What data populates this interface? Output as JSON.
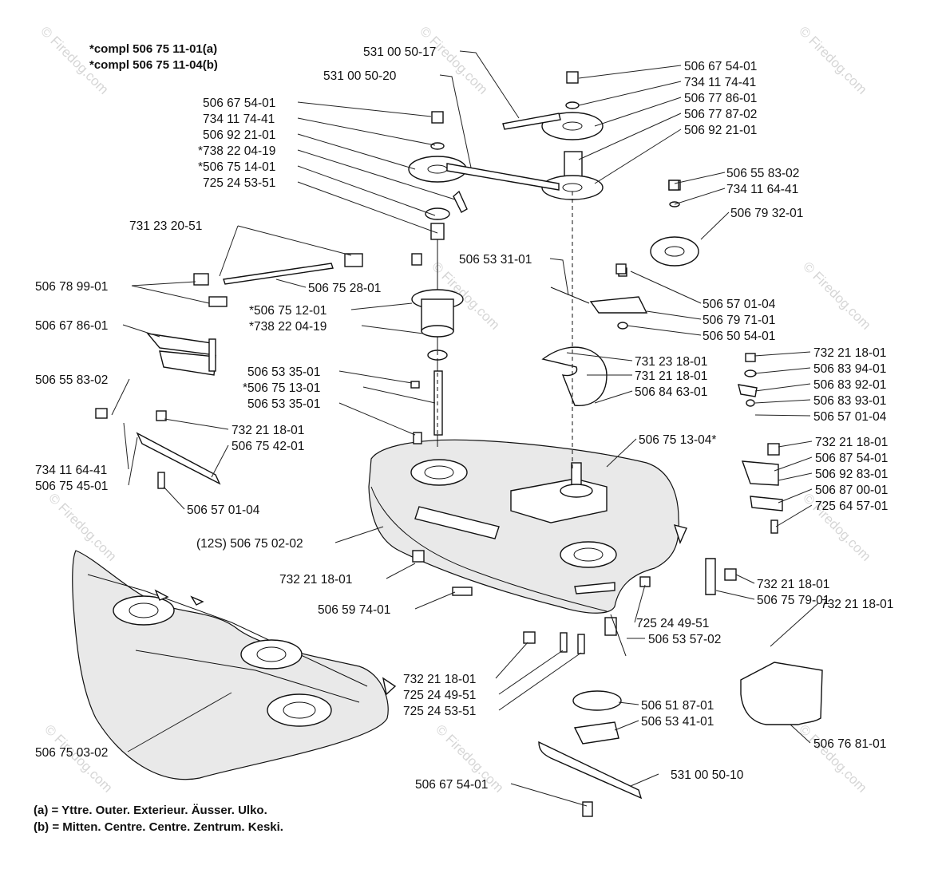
{
  "header": {
    "compl_a": "*compl 506 75 11-01(a)",
    "compl_b": "*compl 506 75 11-04(b)"
  },
  "legend": {
    "a": "(a) = Yttre. Outer. Exterieur. Äusser. Ulko.",
    "b": "(b) = Mitten. Centre. Centre. Zentrum. Keski."
  },
  "watermark": "© Firedog.com",
  "parts": [
    {
      "id": "p01",
      "label": "531 00 50-17"
    },
    {
      "id": "p02",
      "label": "531 00 50-20"
    },
    {
      "id": "p03",
      "label": "506 67 54-01"
    },
    {
      "id": "p04",
      "label": "734 11 74-41"
    },
    {
      "id": "p05",
      "label": "506 77 86-01"
    },
    {
      "id": "p06",
      "label": "506 77 87-02"
    },
    {
      "id": "p07",
      "label": "506 92 21-01"
    },
    {
      "id": "p08",
      "label": "506 67 54-01"
    },
    {
      "id": "p09",
      "label": "734 11 74-41"
    },
    {
      "id": "p10",
      "label": "506 92 21-01"
    },
    {
      "id": "p11",
      "label": "*738 22 04-19"
    },
    {
      "id": "p12",
      "label": "*506 75 14-01"
    },
    {
      "id": "p13",
      "label": "725 24 53-51"
    },
    {
      "id": "p14",
      "label": "506 55 83-02"
    },
    {
      "id": "p15",
      "label": "734 11 64-41"
    },
    {
      "id": "p16",
      "label": "506 79 32-01"
    },
    {
      "id": "p17",
      "label": "731 23 20-51"
    },
    {
      "id": "p18",
      "label": "506 53 31-01"
    },
    {
      "id": "p19",
      "label": "506 78 99-01"
    },
    {
      "id": "p20",
      "label": "506 75 28-01"
    },
    {
      "id": "p21",
      "label": "*506 75 12-01"
    },
    {
      "id": "p22",
      "label": "*738 22 04-19"
    },
    {
      "id": "p23",
      "label": "506 57 01-04"
    },
    {
      "id": "p24",
      "label": "506 79 71-01"
    },
    {
      "id": "p25",
      "label": "506 50 54-01"
    },
    {
      "id": "p26",
      "label": "506 67 86-01"
    },
    {
      "id": "p27",
      "label": "731 23 18-01"
    },
    {
      "id": "p28",
      "label": "731 21 18-01"
    },
    {
      "id": "p29",
      "label": "506 84 63-01"
    },
    {
      "id": "p30",
      "label": "732 21 18-01"
    },
    {
      "id": "p31",
      "label": "506 83 94-01"
    },
    {
      "id": "p32",
      "label": "506 83 92-01"
    },
    {
      "id": "p33",
      "label": "506 83 93-01"
    },
    {
      "id": "p34",
      "label": "506 57 01-04"
    },
    {
      "id": "p35",
      "label": "506 55 83-02"
    },
    {
      "id": "p36",
      "label": "506 53 35-01"
    },
    {
      "id": "p37",
      "label": "*506 75 13-01"
    },
    {
      "id": "p38",
      "label": "506 53 35-01"
    },
    {
      "id": "p39",
      "label": "732 21 18-01"
    },
    {
      "id": "p40",
      "label": "506 75 42-01"
    },
    {
      "id": "p41",
      "label": "734 11 64-41"
    },
    {
      "id": "p42",
      "label": "506 75 45-01"
    },
    {
      "id": "p43",
      "label": "506 57 01-04"
    },
    {
      "id": "p44",
      "label": "506 75 13-04*"
    },
    {
      "id": "p45",
      "label": "732 21 18-01"
    },
    {
      "id": "p46",
      "label": "506 87 54-01"
    },
    {
      "id": "p47",
      "label": "506 92 83-01"
    },
    {
      "id": "p48",
      "label": "506 87 00-01"
    },
    {
      "id": "p49",
      "label": "725 64 57-01"
    },
    {
      "id": "p50",
      "label": "(12S) 506 75 02-02"
    },
    {
      "id": "p51",
      "label": "732 21 18-01"
    },
    {
      "id": "p52",
      "label": "506 59 74-01"
    },
    {
      "id": "p53",
      "label": "732 21 18-01"
    },
    {
      "id": "p54",
      "label": "506 75 79-01"
    },
    {
      "id": "p55",
      "label": "725 24 49-51"
    },
    {
      "id": "p56",
      "label": "506 53 57-02"
    },
    {
      "id": "p57",
      "label": "732 21 18-01"
    },
    {
      "id": "p58",
      "label": "732 21 18-01"
    },
    {
      "id": "p59",
      "label": "725 24 49-51"
    },
    {
      "id": "p60",
      "label": "725 24 53-51"
    },
    {
      "id": "p61",
      "label": "506 51 87-01"
    },
    {
      "id": "p62",
      "label": "506 53 41-01"
    },
    {
      "id": "p63",
      "label": "506 76 81-01"
    },
    {
      "id": "p64",
      "label": "506 75 03-02"
    },
    {
      "id": "p65",
      "label": "506 67 54-01"
    },
    {
      "id": "p66",
      "label": "531 00 50-10"
    }
  ]
}
